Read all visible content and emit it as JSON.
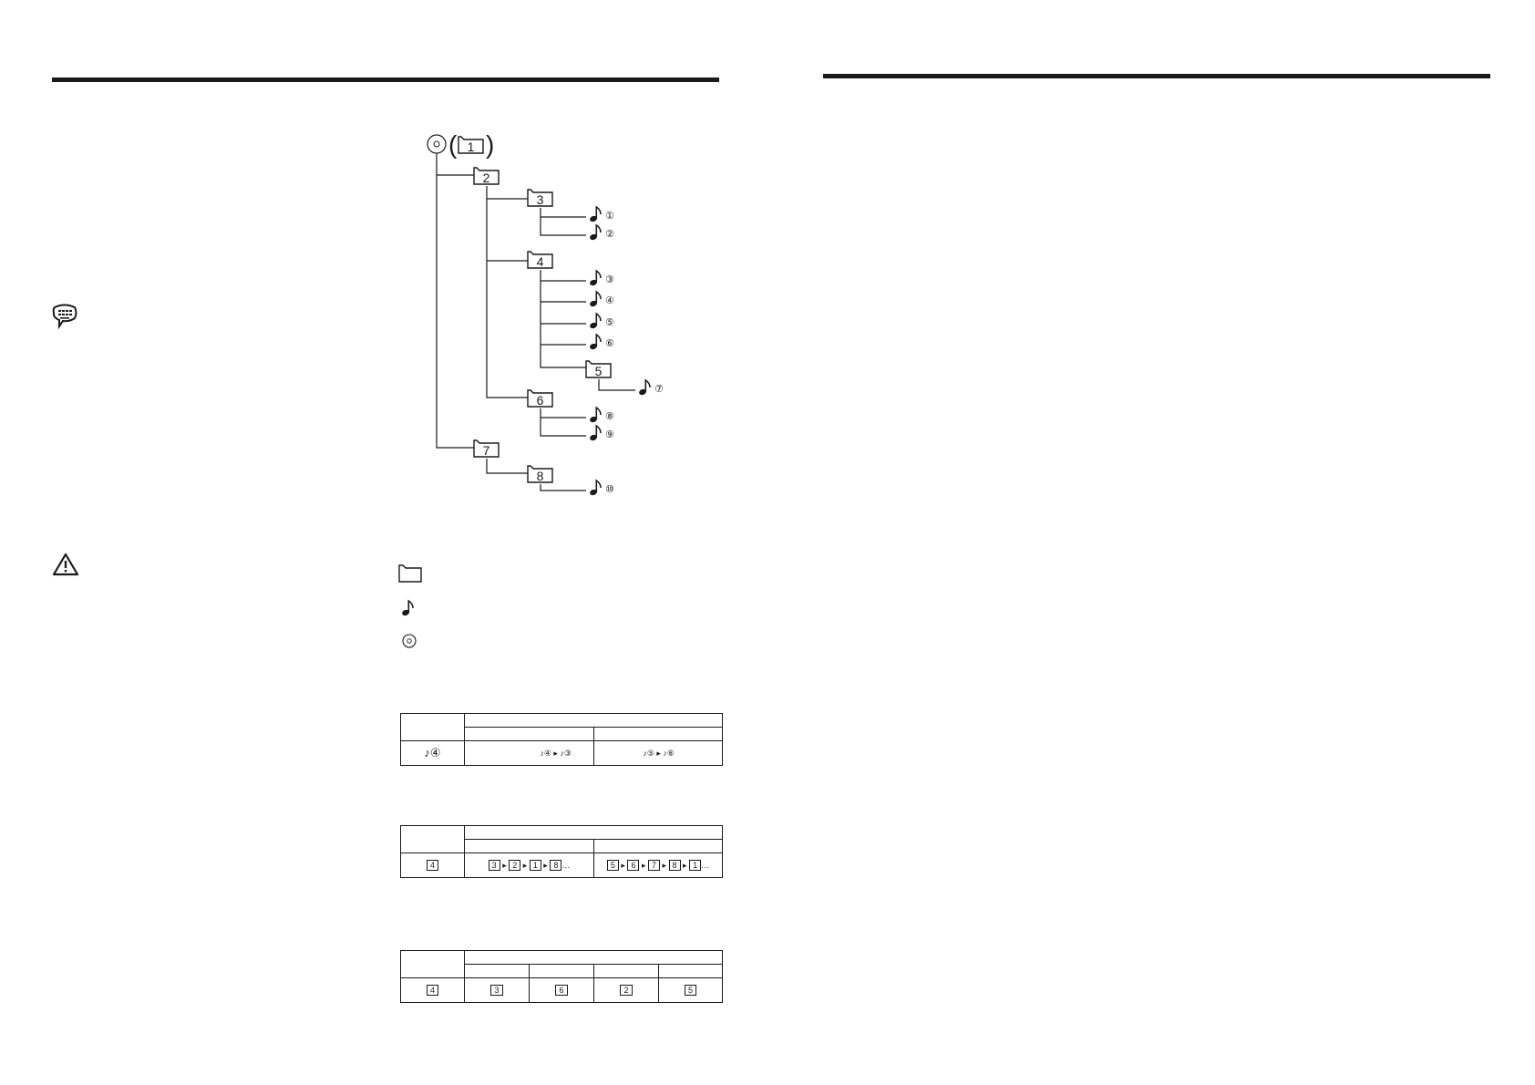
{
  "page": {
    "width": 1684,
    "height": 1190
  },
  "tree": {
    "root_folder": "1",
    "folders": [
      "1",
      "2",
      "3",
      "4",
      "5",
      "6",
      "7",
      "8"
    ],
    "files": [
      "①",
      "②",
      "③",
      "④",
      "⑤",
      "⑥",
      "⑦",
      "⑧",
      "⑨",
      "⑩"
    ]
  },
  "tables": {
    "file_search": {
      "current": "♪④",
      "left_seq": [
        "♪④",
        "♪③"
      ],
      "right_seq": [
        "♪⑤",
        "♪⑥"
      ]
    },
    "folder_search": {
      "current": "4",
      "left_seq": [
        "3",
        "2",
        "1",
        "8"
      ],
      "right_seq": [
        "5",
        "6",
        "7",
        "8",
        "1"
      ],
      "ellipsis": "…"
    },
    "folder_skip": {
      "current": "4",
      "cells": [
        "3",
        "6",
        "2",
        "5"
      ]
    }
  },
  "icons": {
    "note_icon": "note-icon",
    "folder_icon": "folder-icon",
    "disc_icon": "disc-icon",
    "tip_icon": "speech-bubble-icon",
    "warning_icon": "warning-icon"
  }
}
